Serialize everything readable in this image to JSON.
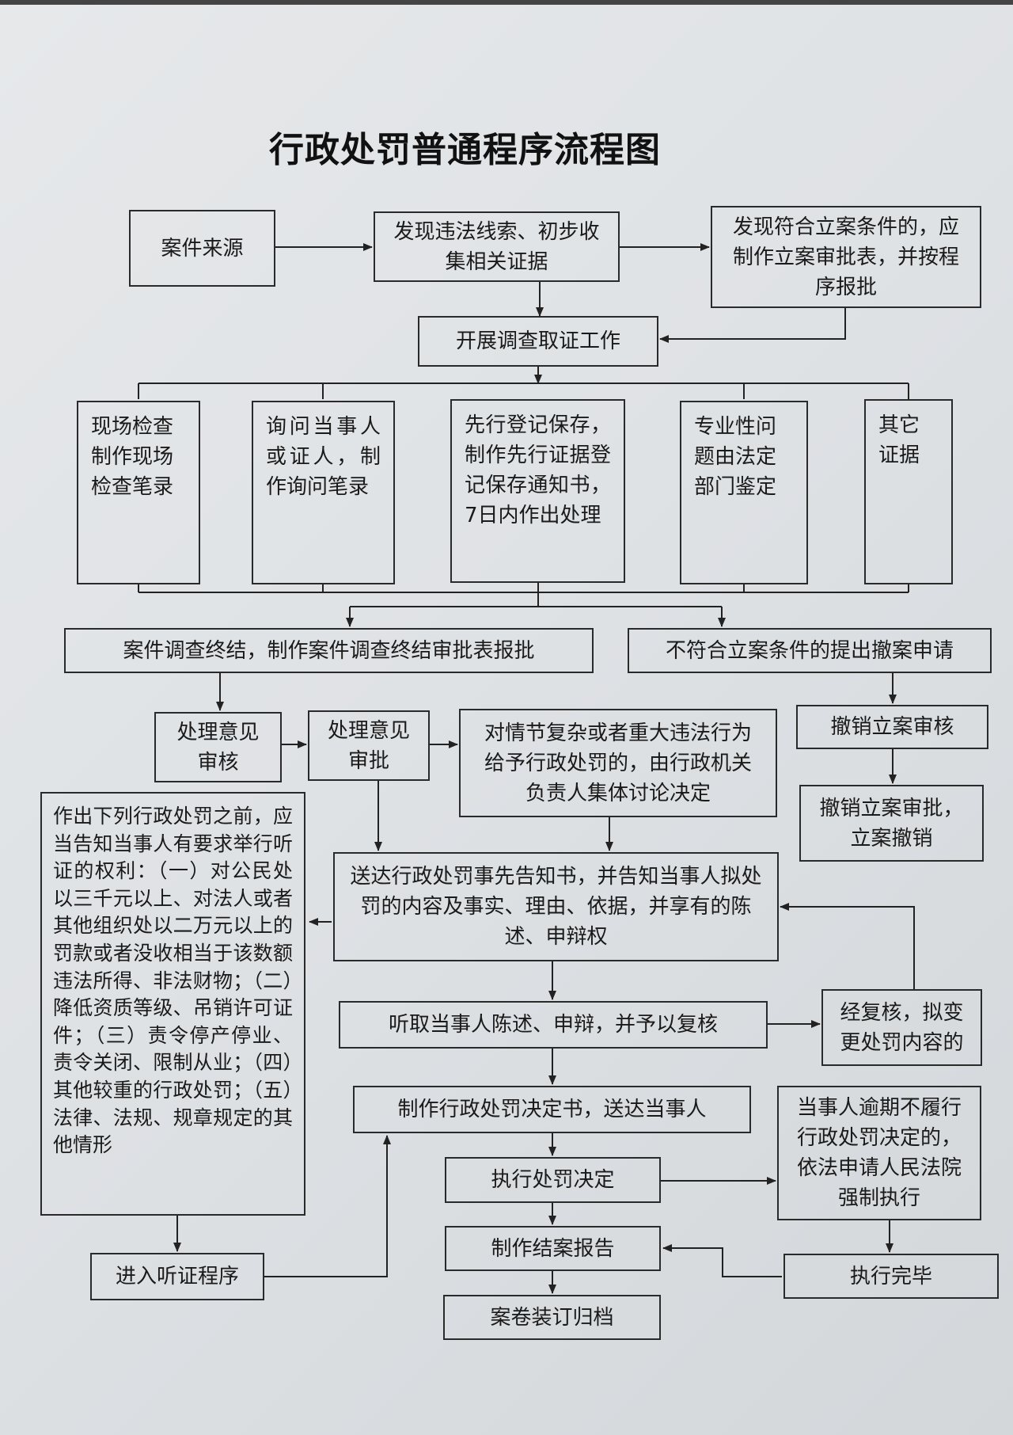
{
  "title": "行政处罚普通程序流程图",
  "nodes": {
    "case_source": "案件来源",
    "discover_clues": "发现违法线索、初步收集相关证据",
    "meet_conditions": "发现符合立案条件的，应制作立案审批表，并按程序报批",
    "investigate": "开展调查取证工作",
    "onsite_inspection": "现场检查制作现场检查笔录",
    "inquiry": "询问当事人或证人，制作询问笔录",
    "register_preserve": "先行登记保存，制作先行证据登记保存通知书，7日内作出处理",
    "expert_appraisal": "专业性问题由法定部门鉴定",
    "other_evidence": "其它证据",
    "investigation_end": "案件调查终结，制作案件调查终结审批表报批",
    "withdraw_application": "不符合立案条件的提出撤案申请",
    "opinion_review": "处理意见审核",
    "opinion_approval": "处理意见审批",
    "collective_decision": "对情节复杂或者重大违法行为给予行政处罚的，由行政机关负责人集体讨论决定",
    "withdraw_review": "撤销立案审核",
    "withdraw_approval": "撤销立案审批，立案撤销",
    "hearing_rights": "作出下列行政处罚之前，应当告知当事人有要求举行听证的权利：（一）对公民处以三千元以上、对法人或者其他组织处以二万元以上的罚款或者没收相当于该数额违法所得、非法财物；（二）降低资质等级、吊销许可证件；（三）责令停产停业、责令关闭、限制从业；（四）其他较重的行政处罚；（五）法律、法规、规章规定的其他情形",
    "prior_notice": "送达行政处罚事先告知书，并告知当事人拟处罚的内容及事实、理由、依据，并享有的陈述、申辩权",
    "hear_statements": "听取当事人陈述、申辩，并予以复核",
    "change_after_review": "经复核，拟变更处罚内容的",
    "decision_document": "制作行政处罚决定书，送达当事人",
    "execute_decision": "执行处罚决定",
    "court_enforcement": "当事人逾期不履行行政处罚决定的，依法申请人民法院强制执行",
    "closing_report": "制作结案报告",
    "execution_complete": "执行完毕",
    "hearing_procedure": "进入听证程序",
    "archive": "案卷装订归档"
  }
}
